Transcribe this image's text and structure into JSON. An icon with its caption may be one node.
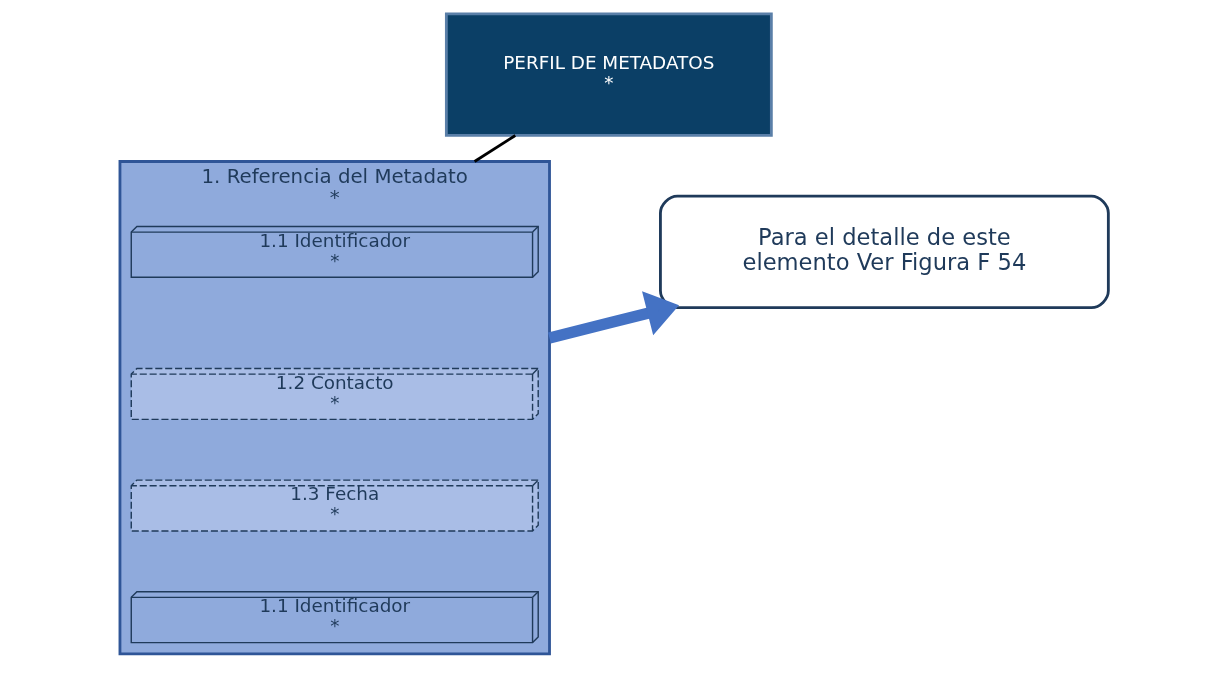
{
  "diagram": {
    "nodes": [
      {
        "text": [
          "PERFIL DE METADATOS",
          "*"
        ]
      },
      {
        "text": [
          "1. Referencia del Metadato",
          "*"
        ]
      },
      {
        "text": [
          "1.1 Identificador",
          "*"
        ],
        "in": 1
      },
      {
        "text": [
          "1.2 Contacto",
          "*"
        ],
        "in": 1
      },
      {
        "text": [
          "1.3 Fecha",
          "*"
        ],
        "in": 1
      },
      {
        "text": [
          "1.1 Identificador",
          "*"
        ],
        "in": 1
      },
      {
        "text": [
          "Para el detalle de este elemento Ver Figura F 54"
        ]
      }
    ],
    "edges": [
      {
        "from": 0,
        "to": 1,
        "arrow": "none"
      },
      {
        "from": 1,
        "to": 6,
        "arrow": "to",
        "style": "thick",
        "color": "#4472c4"
      }
    ]
  }
}
